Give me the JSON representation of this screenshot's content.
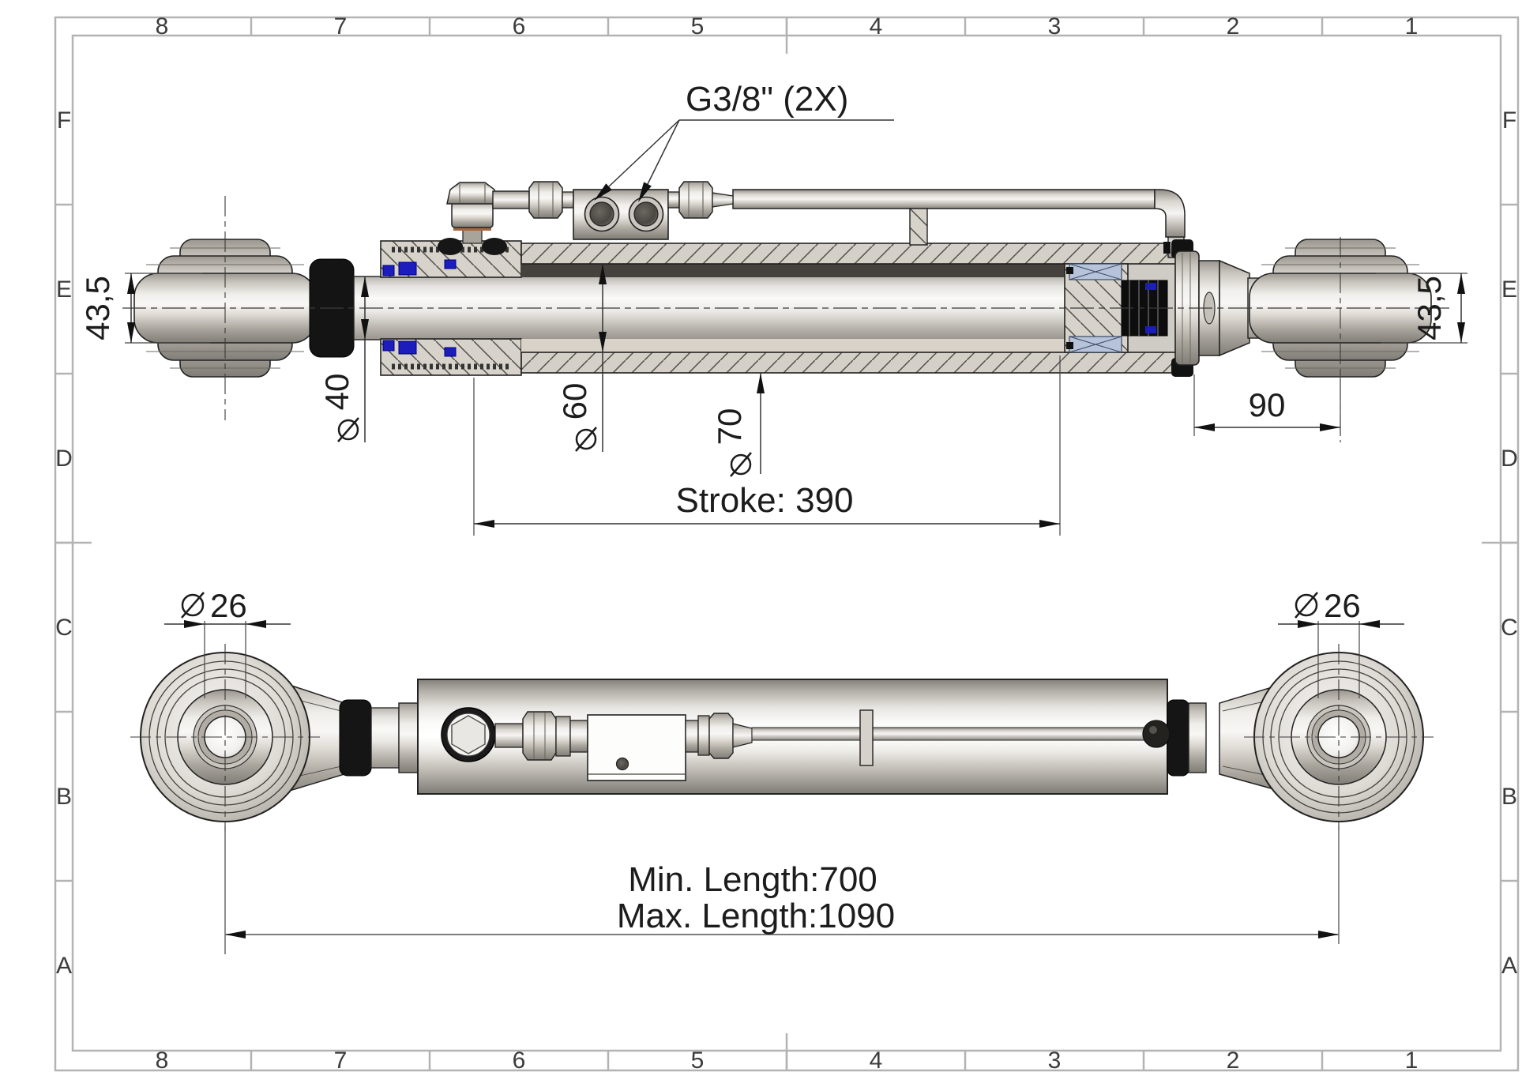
{
  "sheet": {
    "zone_columns": [
      "8",
      "7",
      "6",
      "5",
      "4",
      "3",
      "2",
      "1"
    ],
    "zone_rows": [
      "F",
      "E",
      "D",
      "C",
      "B",
      "A"
    ]
  },
  "section_view": {
    "port_label": "G3/8\" (2X)",
    "eye_width_left": "43,5",
    "eye_width_right": "43,5",
    "rod_diameter": "40",
    "bore_diameter": "60",
    "tube_diameter": "70",
    "rod_end_offset": "90",
    "stroke_label": "Stroke: 390"
  },
  "plan_view": {
    "ball_bore_left": "26",
    "ball_bore_right": "26",
    "min_length_label": "Min. Length:700",
    "max_length_label": "Max. Length:1090"
  },
  "colors": {
    "line": "#1f1f1f",
    "frame": "#b3b3b3",
    "metal_light": "#f4f3f1",
    "metal_dark": "#85827b",
    "hatch_fill": "#d4d0c8",
    "seal_blue": "#1d1dbe",
    "piston_seal_blue": "#b7c3d9",
    "rubber_black": "#141414",
    "washer_orange": "#a9673f"
  }
}
